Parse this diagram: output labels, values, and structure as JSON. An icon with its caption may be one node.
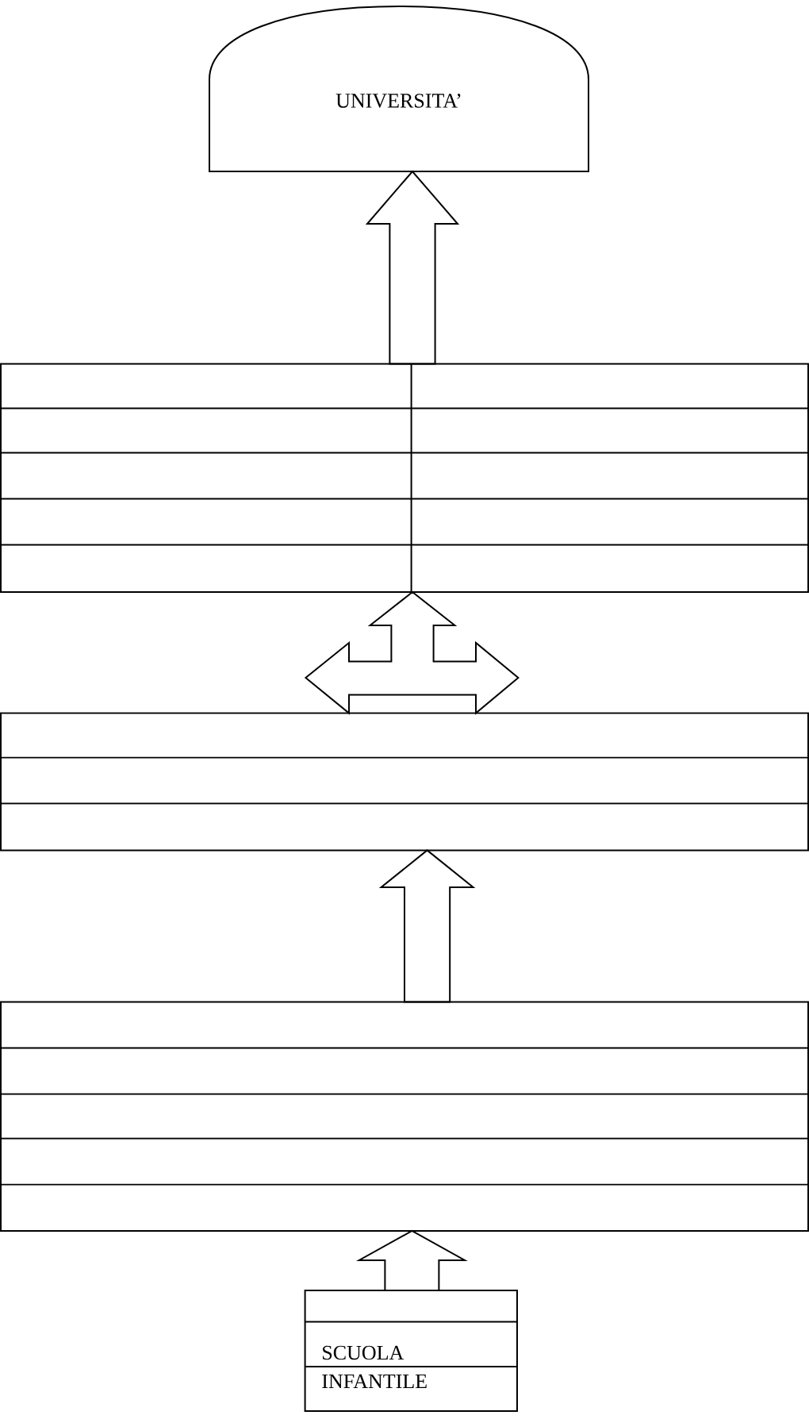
{
  "diagram": {
    "nodes": [
      {
        "text": [
          "UNIVERSITA’"
        ]
      },
      {
        "text": [],
        "shape": "table"
      },
      {
        "text": [],
        "shape": "table"
      },
      {
        "text": [],
        "shape": "table"
      },
      {
        "text": [
          "SCUOLA INFANTILE"
        ]
      }
    ],
    "edges": [
      {
        "from": 1,
        "to": 0,
        "arrow": "to"
      },
      {
        "from": 2,
        "to": 1,
        "arrow": "to"
      },
      {
        "from": 2,
        "to": null,
        "arrow": "to"
      },
      {
        "from": 2,
        "to": null,
        "arrow": "to"
      },
      {
        "from": 3,
        "to": 2,
        "arrow": "to"
      },
      {
        "from": 4,
        "to": 3,
        "arrow": "to"
      }
    ]
  }
}
